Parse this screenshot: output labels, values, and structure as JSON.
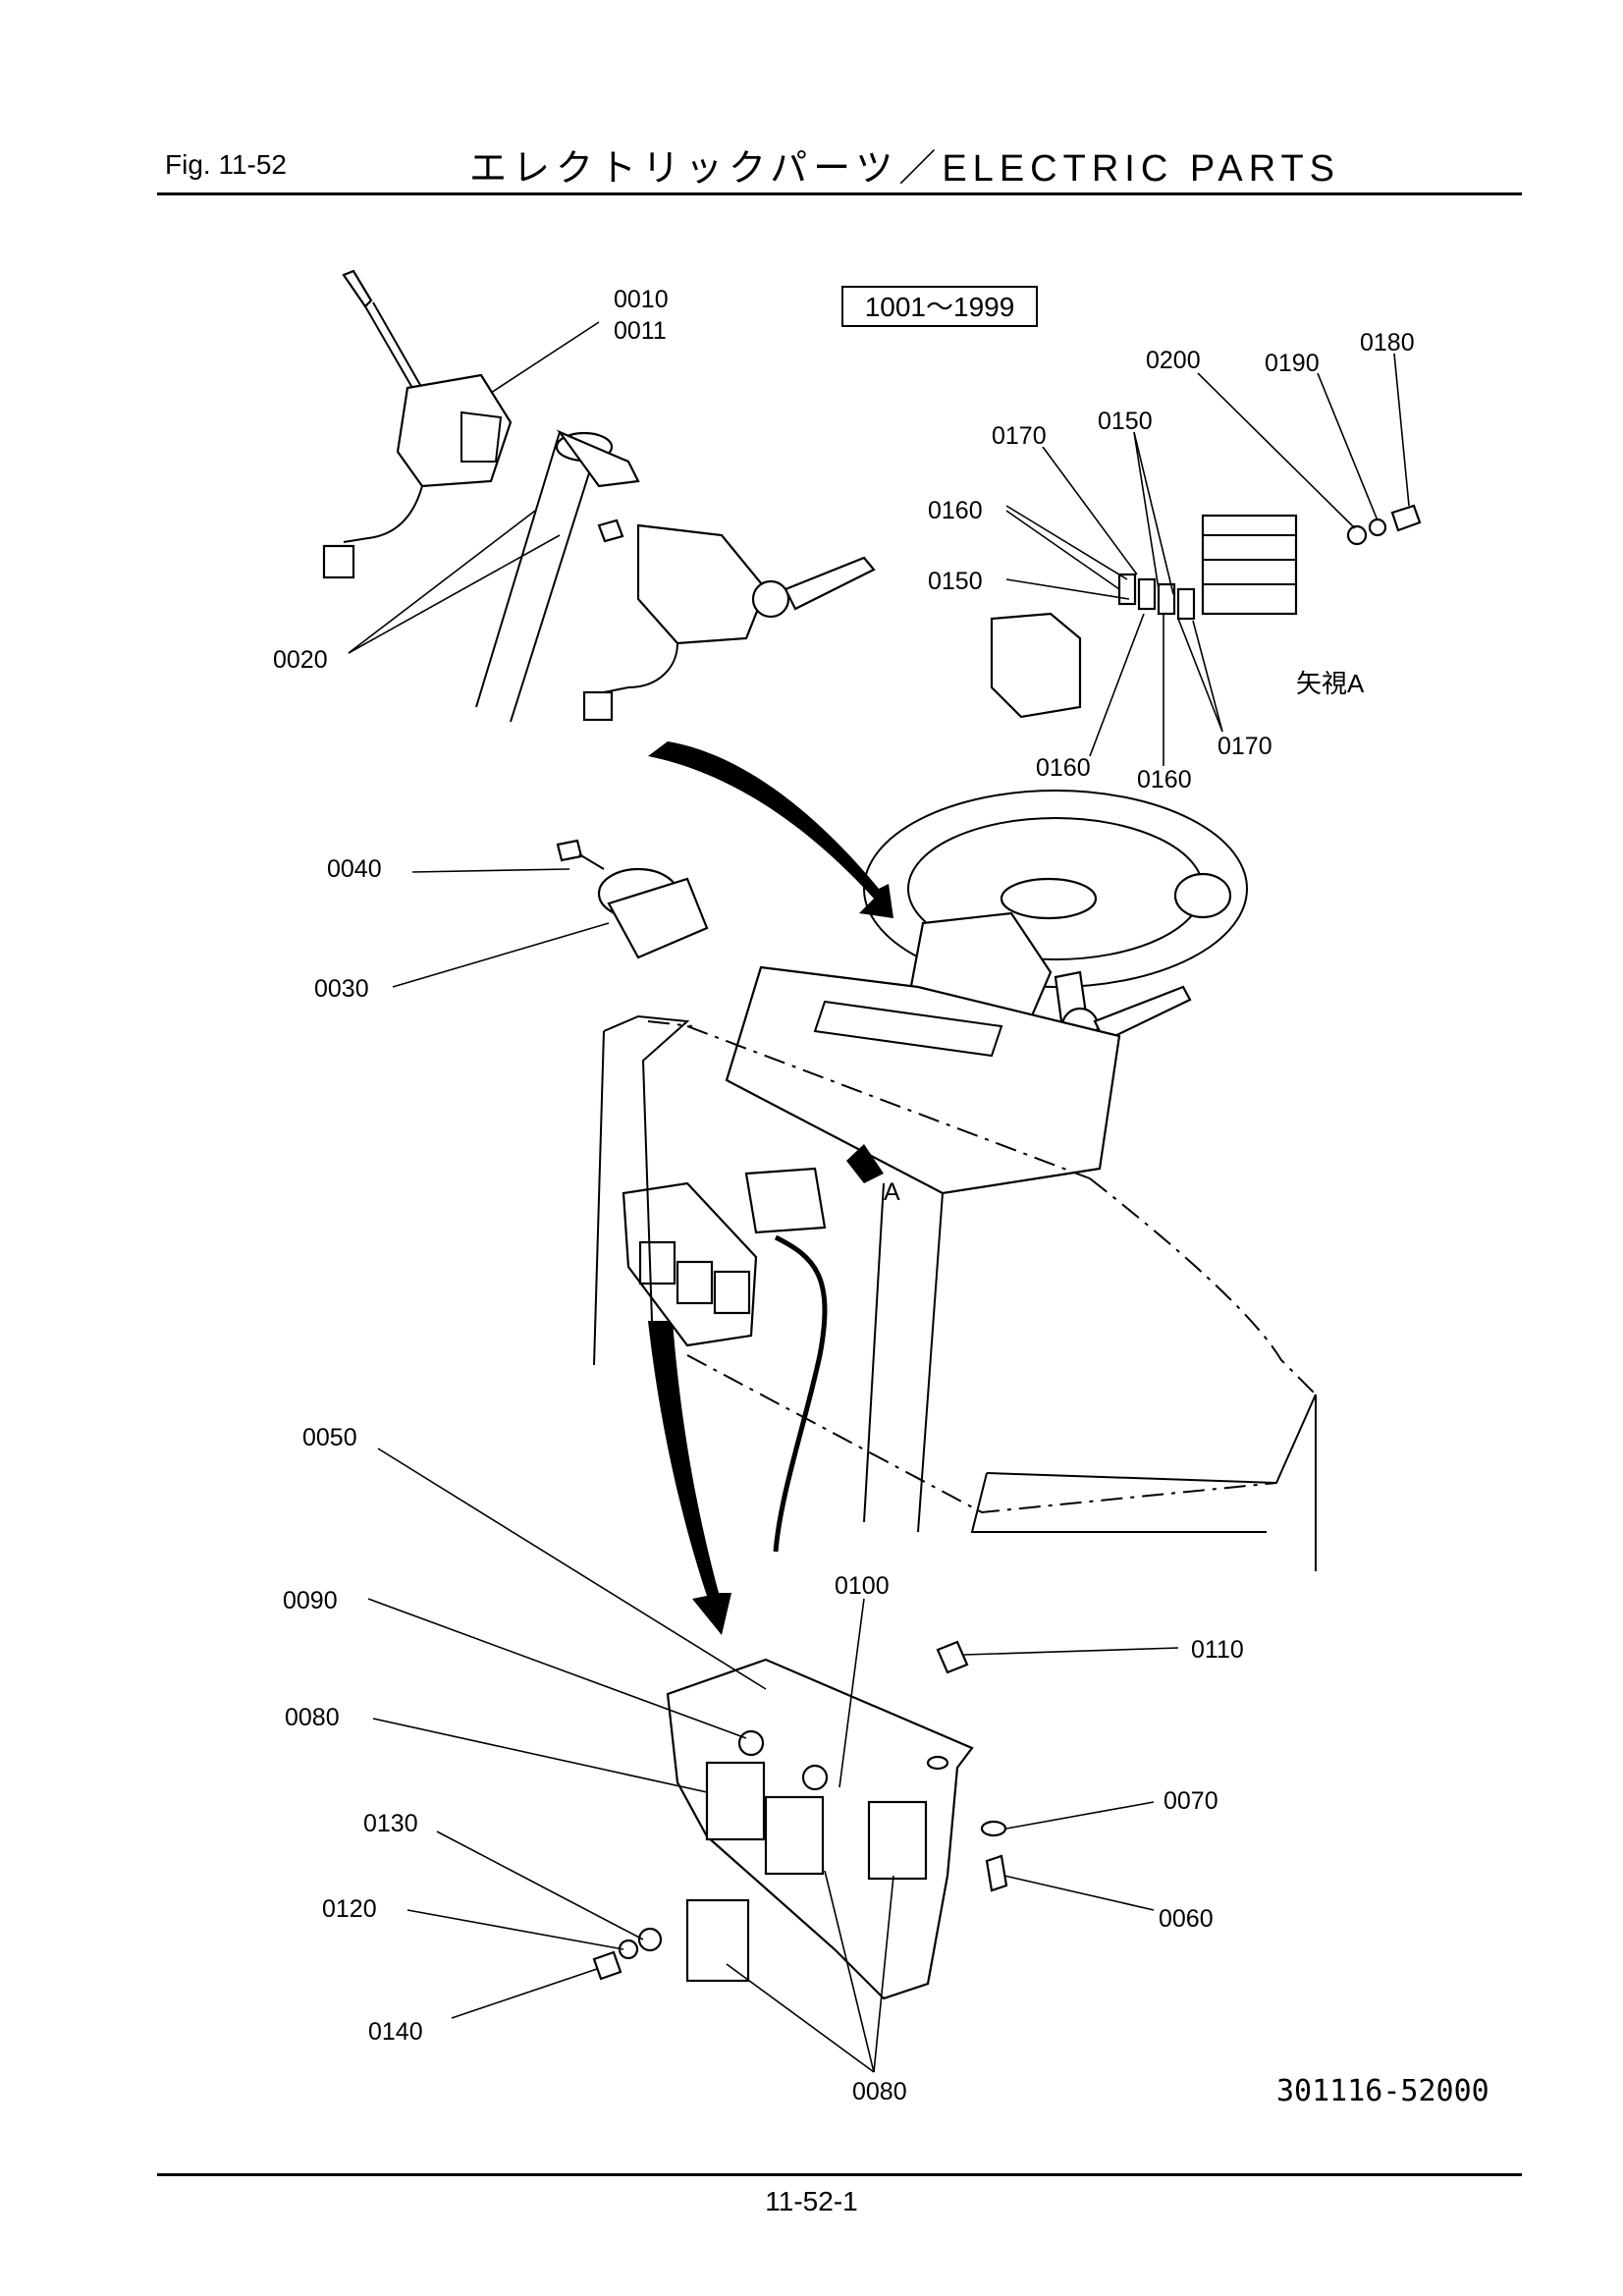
{
  "header": {
    "fig_label": "Fig.  11-52",
    "title": "エレクトリックパーツ／ELECTRIC PARTS"
  },
  "serial_range": "1001～1999",
  "view_a_label": "矢視A",
  "arrow_a_label": "A",
  "callouts": [
    {
      "id": "c0010",
      "text": "0010"
    },
    {
      "id": "c0011",
      "text": "0011"
    },
    {
      "id": "c0020",
      "text": "0020"
    },
    {
      "id": "c0030",
      "text": "0030"
    },
    {
      "id": "c0040",
      "text": "0040"
    },
    {
      "id": "c0050",
      "text": "0050"
    },
    {
      "id": "c0060",
      "text": "0060"
    },
    {
      "id": "c0070",
      "text": "0070"
    },
    {
      "id": "c0080a",
      "text": "0080"
    },
    {
      "id": "c0080b",
      "text": "0080"
    },
    {
      "id": "c0090",
      "text": "0090"
    },
    {
      "id": "c0100",
      "text": "0100"
    },
    {
      "id": "c0110",
      "text": "0110"
    },
    {
      "id": "c0120",
      "text": "0120"
    },
    {
      "id": "c0130",
      "text": "0130"
    },
    {
      "id": "c0140",
      "text": "0140"
    },
    {
      "id": "c0150a",
      "text": "0150"
    },
    {
      "id": "c0150b",
      "text": "0150"
    },
    {
      "id": "c0160a",
      "text": "0160"
    },
    {
      "id": "c0160b",
      "text": "0160"
    },
    {
      "id": "c0160c",
      "text": "0160"
    },
    {
      "id": "c0170a",
      "text": "0170"
    },
    {
      "id": "c0170b",
      "text": "0170"
    },
    {
      "id": "c0180",
      "text": "0180"
    },
    {
      "id": "c0190",
      "text": "0190"
    },
    {
      "id": "c0200",
      "text": "0200"
    }
  ],
  "drawing_number": "301116-52000",
  "page_number": "11-52-1"
}
